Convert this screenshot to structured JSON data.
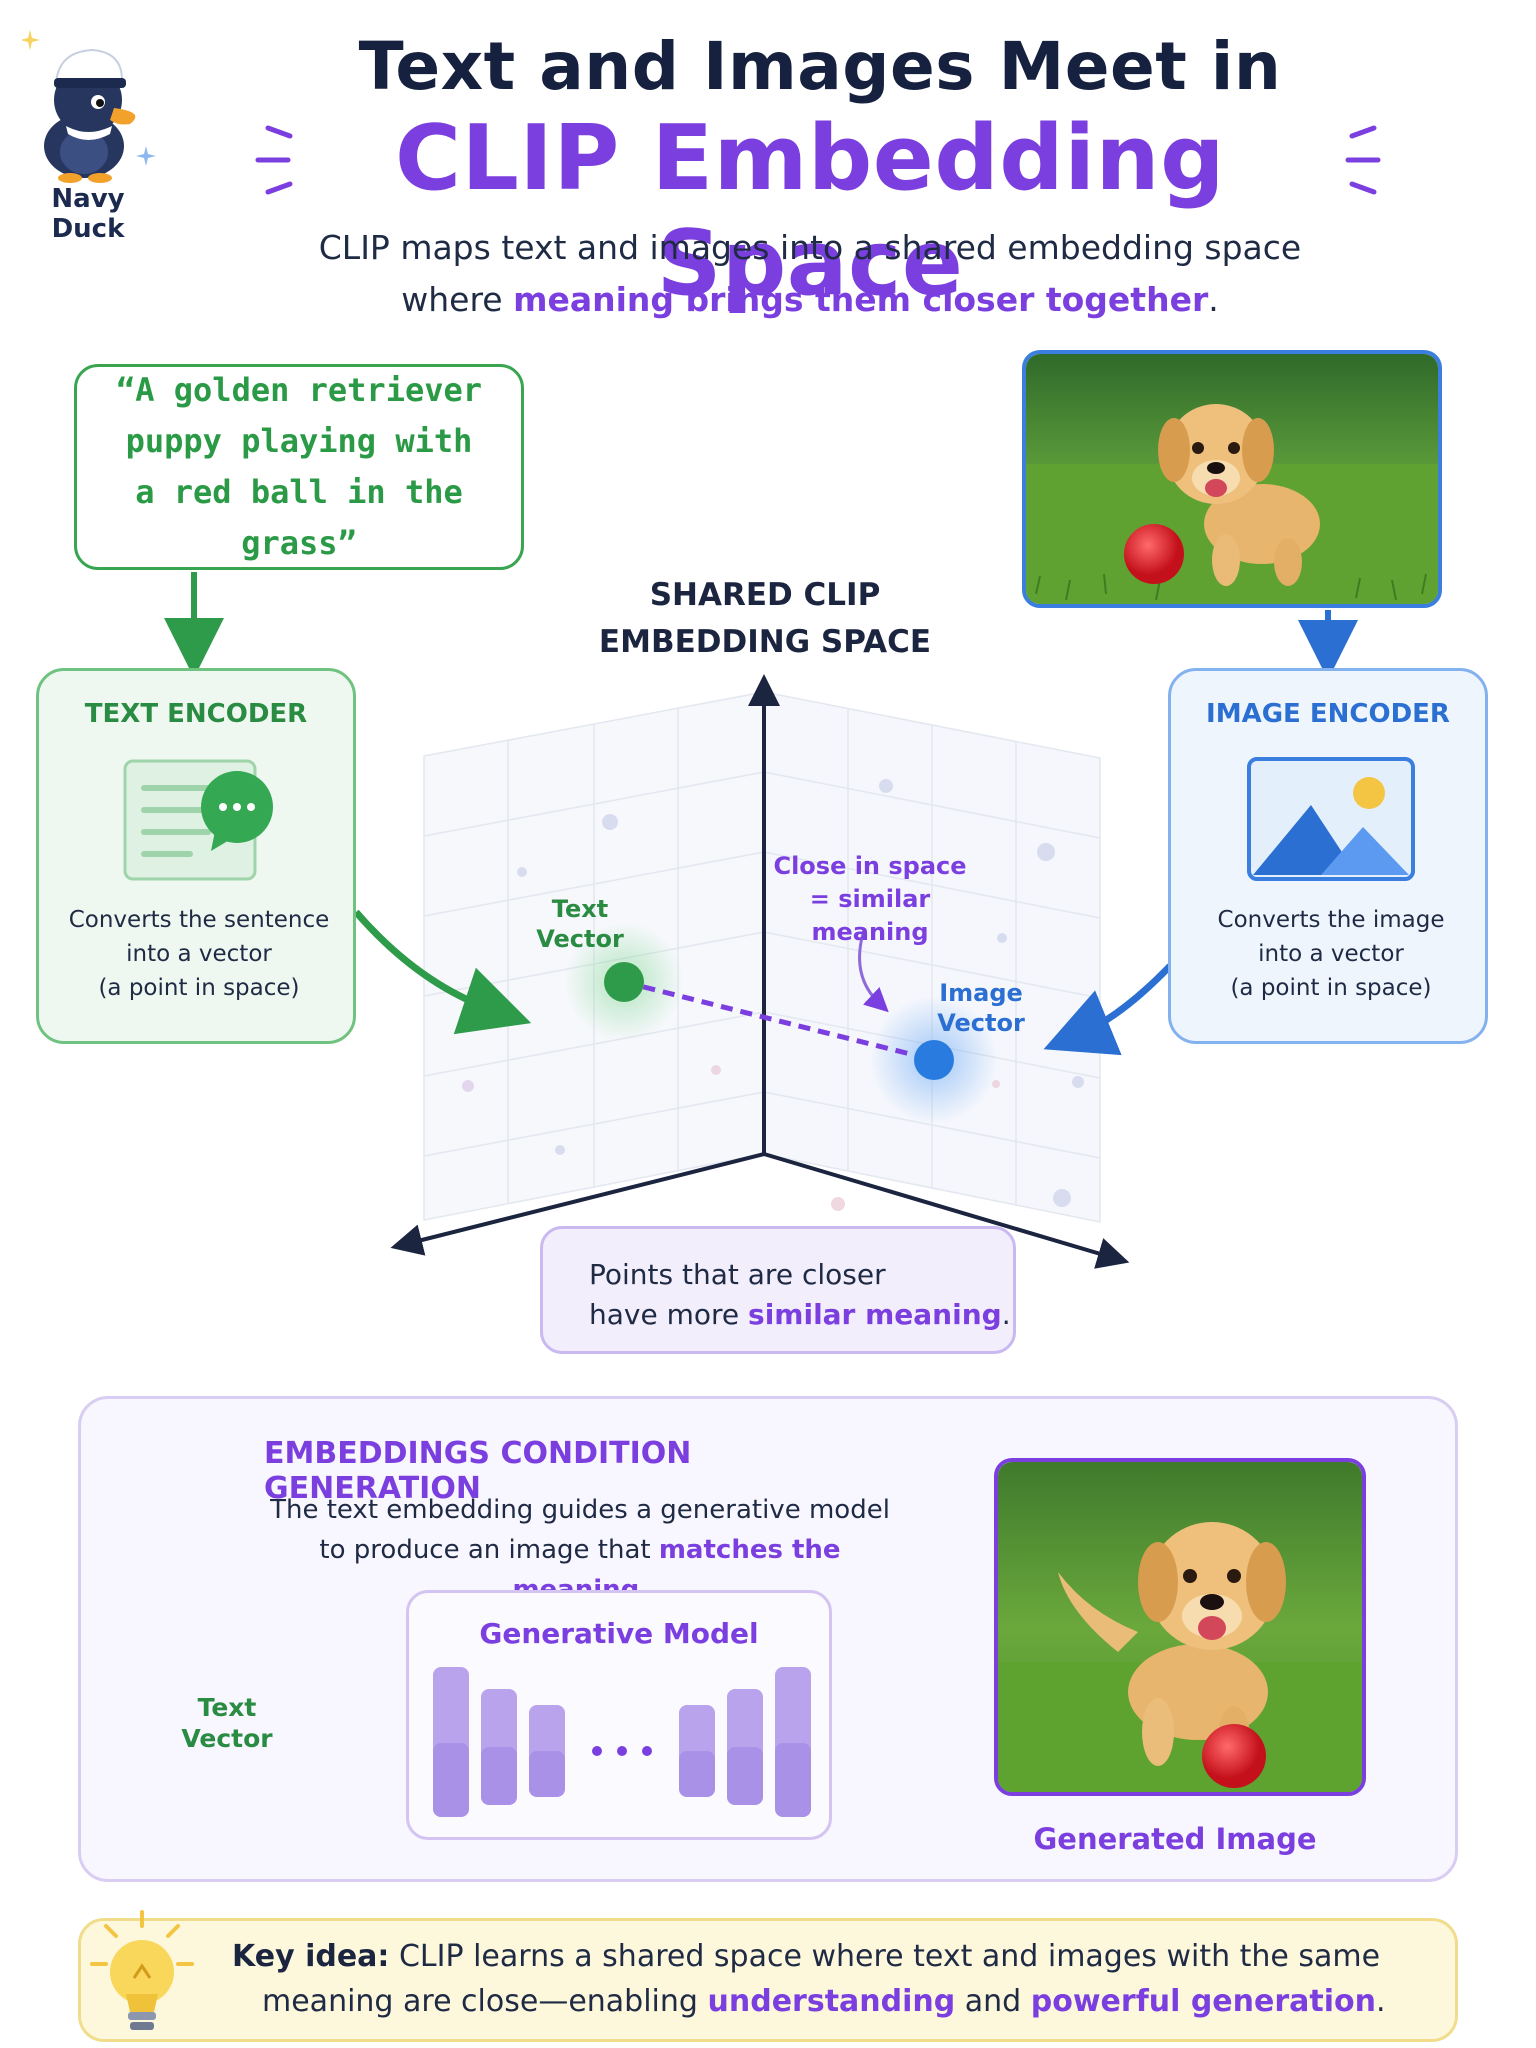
{
  "brand": {
    "name": "Navy Duck"
  },
  "header": {
    "title_line1": "Text and Images Meet in",
    "title_line2": "CLIP Embedding Space",
    "subtitle_line1": "CLIP maps text and images into a shared embedding space",
    "subtitle_where": "where ",
    "subtitle_highlight": "meaning brings them closer together",
    "subtitle_end": "."
  },
  "prompt": {
    "line1": "“A golden retriever",
    "line2": "puppy playing with",
    "line3": "a red ball in the grass”"
  },
  "text_encoder": {
    "title": "TEXT ENCODER",
    "desc_line1": "Converts the sentence",
    "desc_line2": "into a vector",
    "desc_line3": "(a point in space)"
  },
  "image_encoder": {
    "title": "IMAGE ENCODER",
    "desc_line1": "Converts the image",
    "desc_line2": "into a vector",
    "desc_line3": "(a point in space)"
  },
  "space": {
    "title_line1": "SHARED CLIP",
    "title_line2": "EMBEDDING SPACE",
    "text_vector_line1": "Text",
    "text_vector_line2": "Vector",
    "image_vector_line1": "Image",
    "image_vector_line2": "Vector",
    "close_line1": "Close in space",
    "close_line2": "= similar meaning",
    "note_line1": "Points that are closer",
    "note_prefix": "have more ",
    "note_highlight": "similar meaning",
    "note_end": "."
  },
  "generation": {
    "title": "EMBEDDINGS CONDITION GENERATION",
    "desc_line1": "The text embedding guides a generative model",
    "desc_prefix": "to produce an image that ",
    "desc_highlight": "matches the meaning",
    "desc_end": ".",
    "model_title": "Generative Model",
    "text_vector_line1": "Text",
    "text_vector_line2": "Vector",
    "output_label": "Generated Image"
  },
  "key_idea": {
    "lead": "Key idea:",
    "text1": " CLIP learns a shared space where text and images with the same",
    "text2": "meaning are close—enabling ",
    "highlight1": "understanding",
    "text3": " and ",
    "highlight2": "powerful generation",
    "text4": "."
  },
  "colors": {
    "purple": "#7b3fe0",
    "green": "#2b9a46",
    "blue": "#2a6fd1",
    "navy": "#16213f"
  },
  "icons": [
    "duck-mascot-icon",
    "document-chat-icon",
    "landscape-image-icon",
    "lightbulb-icon",
    "sparkle-icon"
  ]
}
